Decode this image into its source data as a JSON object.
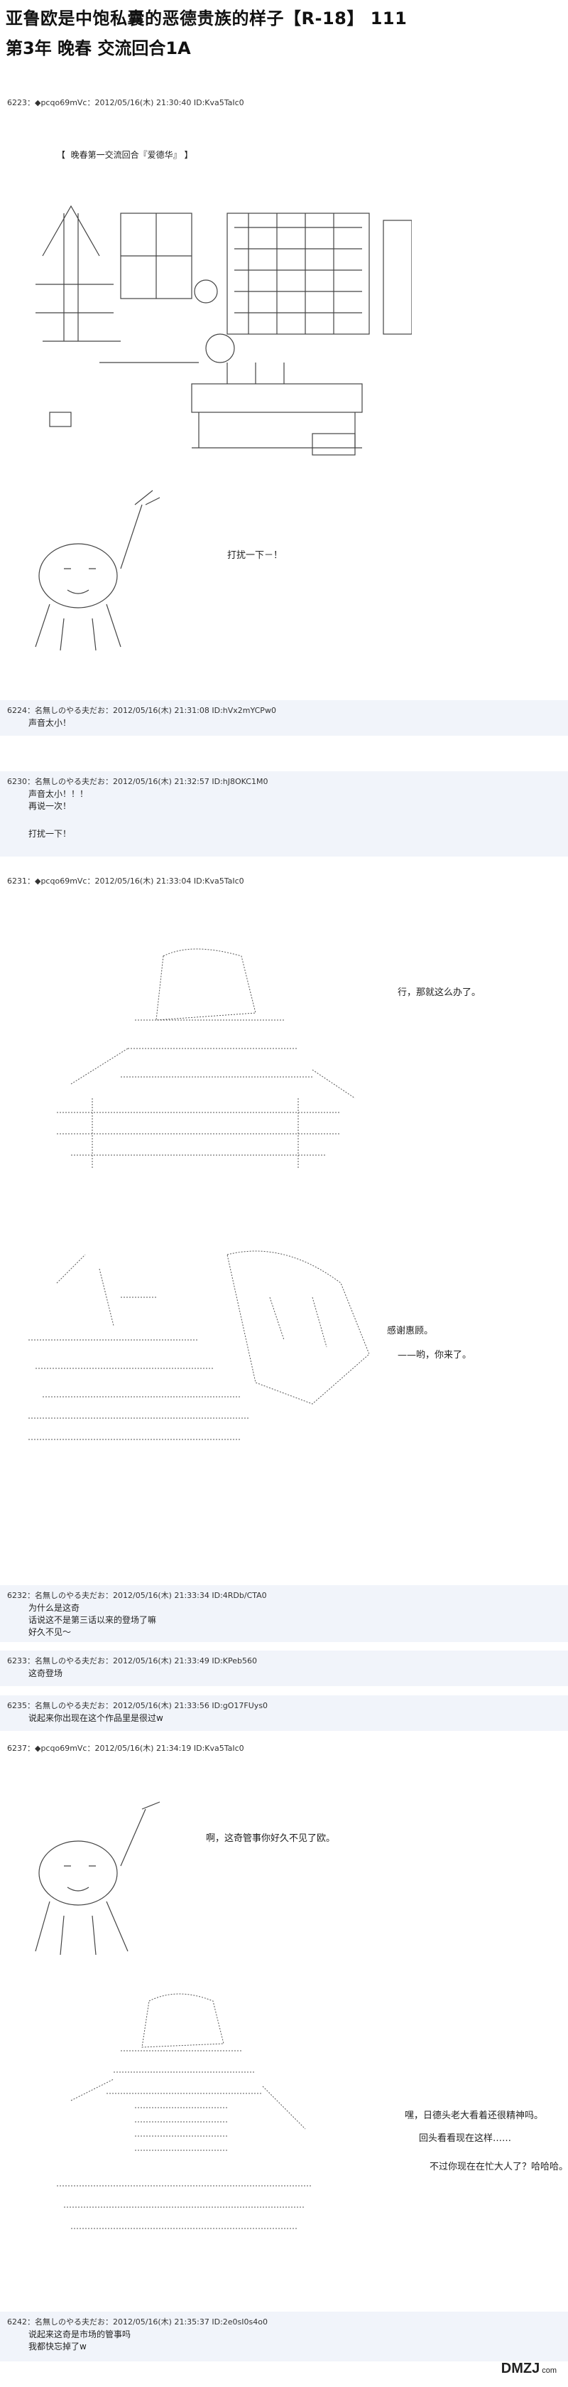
{
  "title": "亚鲁欧是中饱私囊的恶德贵族的样子【R-18】 111",
  "subtitle": "第3年  晚春  交流回合1A",
  "posts": [
    {
      "header": "6223：◆pcqo69mVc：2012/05/16(木) 21:30:40 ID:Kva5TaIc0",
      "lines": [
        "【  晚春第一交流回合『爱德华』 】"
      ],
      "speech": [
        "打扰一下－！"
      ]
    },
    {
      "header": "6224：名無しのやる夫だお：2012/05/16(木) 21:31:08 ID:hVx2mYCPw0",
      "lines": [
        "声音太小！"
      ]
    },
    {
      "header": "6230：名無しのやる夫だお：2012/05/16(木) 21:32:57 ID:hJ8OKC1M0",
      "lines": [
        "声音太小！！！",
        "再说一次！",
        "",
        "打扰一下！"
      ]
    },
    {
      "header": "6231：◆pcqo69mVc：2012/05/16(木) 21:33:04 ID:Kva5TaIc0",
      "speech": [
        "行，那就这么办了。",
        "感谢惠顾。",
        "——哟，你来了。"
      ]
    },
    {
      "header": "6232：名無しのやる夫だお：2012/05/16(木) 21:33:34 ID:4RDb/CTA0",
      "lines": [
        "为什么是这奇",
        "话说这不是第三话以来的登场了嘛",
        "好久不见～"
      ]
    },
    {
      "header": "6233：名無しのやる夫だお：2012/05/16(木) 21:33:49 ID:KPeb560",
      "lines": [
        "这奇登场"
      ]
    },
    {
      "header": "6235：名無しのやる夫だお：2012/05/16(木) 21:33:56 ID:gO17FUys0",
      "lines": [
        "说起来你出现在这个作品里是很过w"
      ]
    },
    {
      "header": "6237：◆pcqo69mVc：2012/05/16(木) 21:34:19 ID:Kva5TaIc0",
      "speech": [
        "啊，这奇管事你好久不见了欧。",
        "嘿，日德头老大看着还很精神吗。",
        "回头看看现在这样……",
        "不过你现在在忙大人了？哈哈哈。"
      ]
    },
    {
      "header": "6242：名無しのやる夫だお：2012/05/16(木) 21:35:37 ID:2e0sI0s4o0",
      "lines": [
        "说起来这奇是市场的管事吗",
        "我都快忘掉了w"
      ]
    }
  ],
  "watermark": {
    "brand": "DMZJ",
    "domain": "com"
  }
}
